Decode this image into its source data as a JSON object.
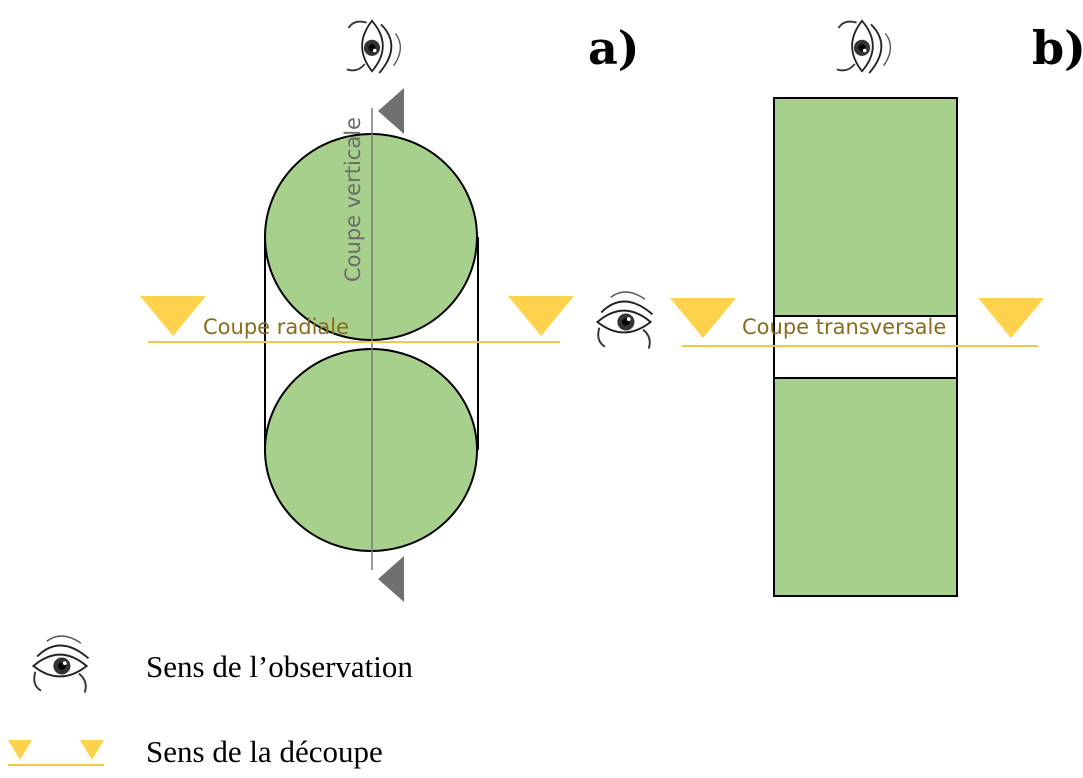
{
  "panels": {
    "a": {
      "letter": "a)",
      "vertical_cut_label": "Coupe verticale",
      "radial_cut_label": "Coupe radiale"
    },
    "b": {
      "letter": "b)",
      "transverse_cut_label": "Coupe transversale"
    }
  },
  "legend": {
    "observation": "Sens de l’observation",
    "cut_direction": "Sens de la découpe"
  },
  "colors": {
    "specimen_fill": "#a8d08d",
    "cut_marker": "#ffd24d",
    "cut_line": "#f2c84b",
    "cut_label": "#8a6d1a",
    "vertical_marker": "#707070",
    "vertical_label": "#6b6b6b"
  },
  "icons": [
    "eye-icon",
    "cut-marker-icon",
    "vertical-cut-marker-icon"
  ]
}
